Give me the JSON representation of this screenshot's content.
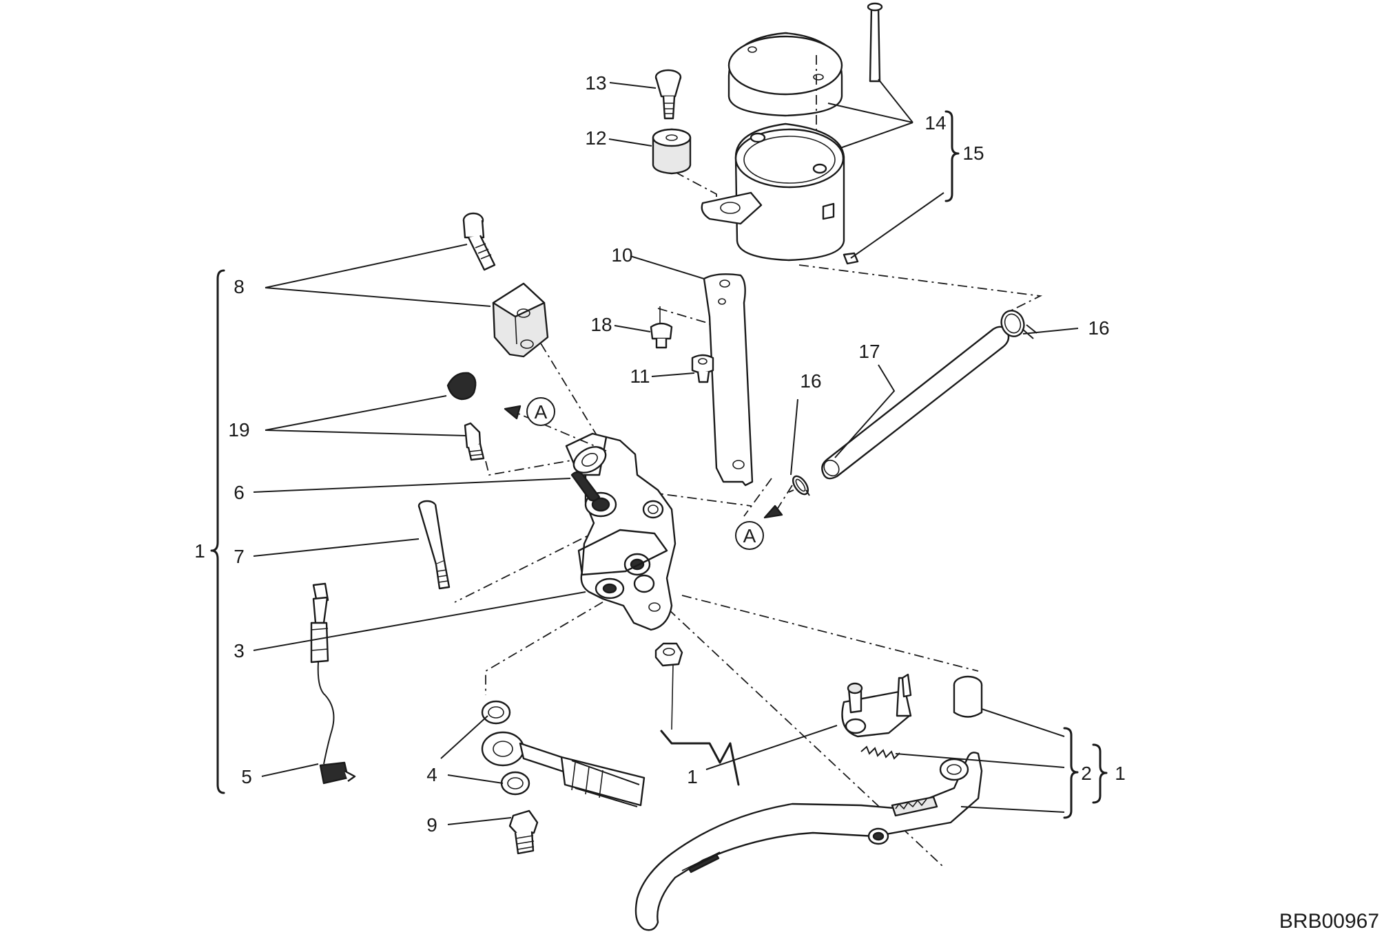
{
  "diagram": {
    "reference_code": "BRB00967",
    "section_marker": "A",
    "callouts": {
      "c1_left": "1",
      "c1_lower": "1",
      "c1_right": "1",
      "c2": "2",
      "c3": "3",
      "c4": "4",
      "c5": "5",
      "c6": "6",
      "c7": "7",
      "c8": "8",
      "c9": "9",
      "c10": "10",
      "c11": "11",
      "c12": "12",
      "c13": "13",
      "c14": "14",
      "c15": "15",
      "c16_right": "16",
      "c16_lower": "16",
      "c17": "17",
      "c18": "18",
      "c19": "19"
    }
  }
}
